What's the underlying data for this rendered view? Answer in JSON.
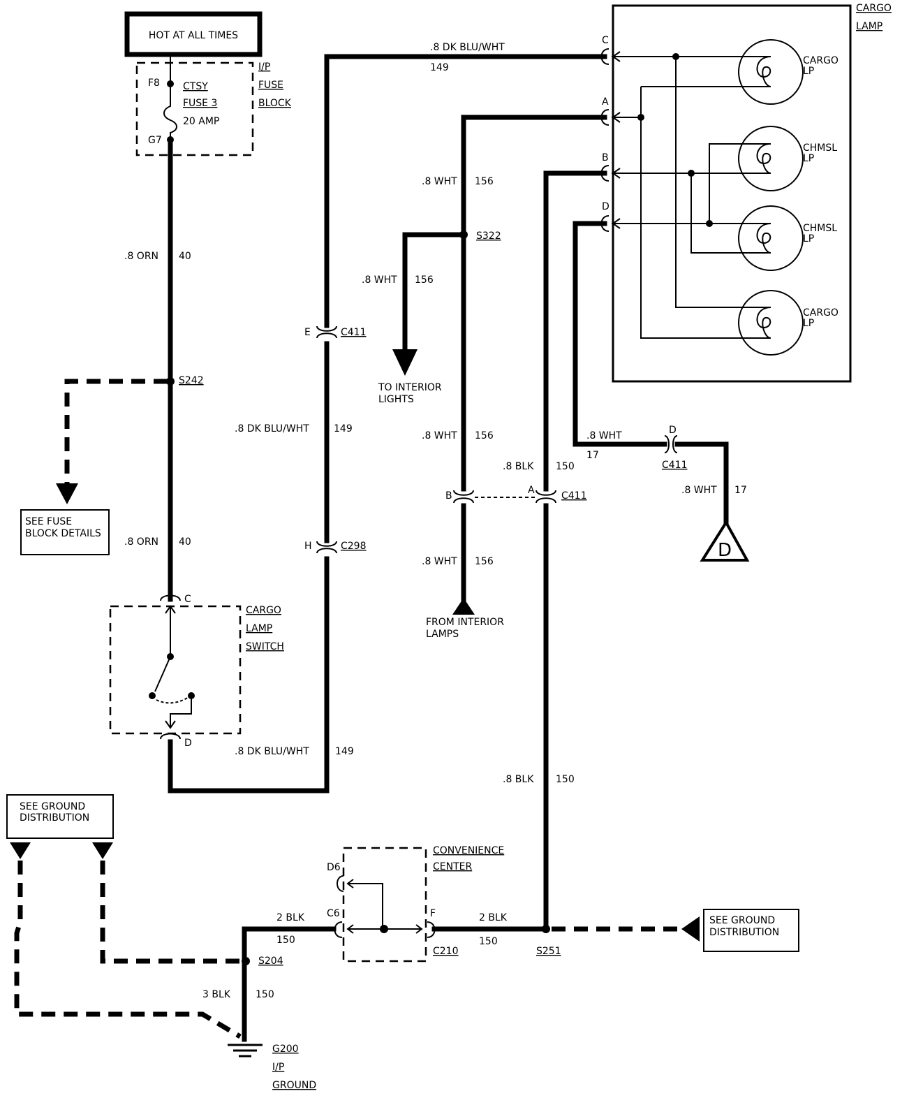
{
  "power": {
    "hot_label": "HOT AT ALL TIMES"
  },
  "fuse_block": {
    "title_1": "I/P",
    "title_2": "FUSE",
    "title_3": "BLOCK",
    "pin_in": "F8",
    "pin_out": "G7",
    "fuse_name": "CTSY",
    "fuse_number": "FUSE 3",
    "fuse_rating": "20 AMP"
  },
  "cargo_lamp": {
    "title_1": "CARGO",
    "title_2": "LAMP",
    "pins": {
      "c": "C",
      "a": "A",
      "b": "B",
      "d": "D"
    },
    "bulbs": [
      {
        "name_1": "CARGO",
        "name_2": "LP"
      },
      {
        "name_1": "CHMSL",
        "name_2": "LP"
      },
      {
        "name_1": "CHMSL",
        "name_2": "LP"
      },
      {
        "name_1": "CARGO",
        "name_2": "LP"
      }
    ]
  },
  "wires": {
    "orn_1": {
      "gauge_color": ".8 ORN",
      "circuit": "40"
    },
    "orn_2": {
      "gauge_color": ".8 ORN",
      "circuit": "40"
    },
    "blu_top": {
      "gauge_color": ".8 DK BLU/WHT",
      "circuit": "149"
    },
    "blu_mid": {
      "gauge_color": ".8 DK BLU/WHT",
      "circuit": "149"
    },
    "blu_bot": {
      "gauge_color": ".8 DK BLU/WHT",
      "circuit": "149"
    },
    "wht_1": {
      "gauge_color": ".8 WHT",
      "circuit": "156"
    },
    "wht_2": {
      "gauge_color": ".8 WHT",
      "circuit": "156"
    },
    "wht_3": {
      "gauge_color": ".8 WHT",
      "circuit": "156"
    },
    "wht_4": {
      "gauge_color": ".8 WHT",
      "circuit": "156"
    },
    "wht_d1": {
      "gauge_color": ".8 WHT",
      "circuit": "17"
    },
    "wht_d2": {
      "gauge_color": ".8 WHT",
      "circuit": "17"
    },
    "blk_1": {
      "gauge_color": ".8 BLK",
      "circuit": "150"
    },
    "blk_2": {
      "gauge_color": ".8 BLK",
      "circuit": "150"
    },
    "blk_conv_l": {
      "gauge_color": "2 BLK",
      "circuit": "150"
    },
    "blk_conv_r": {
      "gauge_color": "2 BLK",
      "circuit": "150"
    },
    "blk_ground": {
      "gauge_color": "3 BLK",
      "circuit": "150"
    }
  },
  "splices": {
    "s242": "S242",
    "s322": "S322",
    "s204": "S204",
    "s251": "S251"
  },
  "connectors": {
    "c411": "C411",
    "c298": "C298",
    "c210": "C210",
    "c411_e": "E",
    "c298_h": "H",
    "c411_b": "B",
    "c411_a": "A",
    "c411_d": "D",
    "switch_c": "C",
    "switch_d": "D",
    "conv_d6": "D6",
    "conv_c6": "C6",
    "conv_f": "F"
  },
  "switch": {
    "title_1": "CARGO",
    "title_2": "LAMP",
    "title_3": "SWITCH"
  },
  "convenience": {
    "title_1": "CONVENIENCE",
    "title_2": "CENTER"
  },
  "refs": {
    "fuse_details_1": "SEE FUSE",
    "fuse_details_2": "BLOCK DETAILS",
    "ground_left_1": "SEE GROUND",
    "ground_left_2": "DISTRIBUTION",
    "ground_right_1": "SEE GROUND",
    "ground_right_2": "DISTRIBUTION",
    "to_interior_1": "TO INTERIOR",
    "to_interior_2": "LIGHTS",
    "from_interior_1": "FROM INTERIOR",
    "from_interior_2": "LAMPS",
    "d_marker": "D"
  },
  "ground": {
    "name": "G200",
    "loc_1": "I/P",
    "loc_2": "GROUND"
  }
}
